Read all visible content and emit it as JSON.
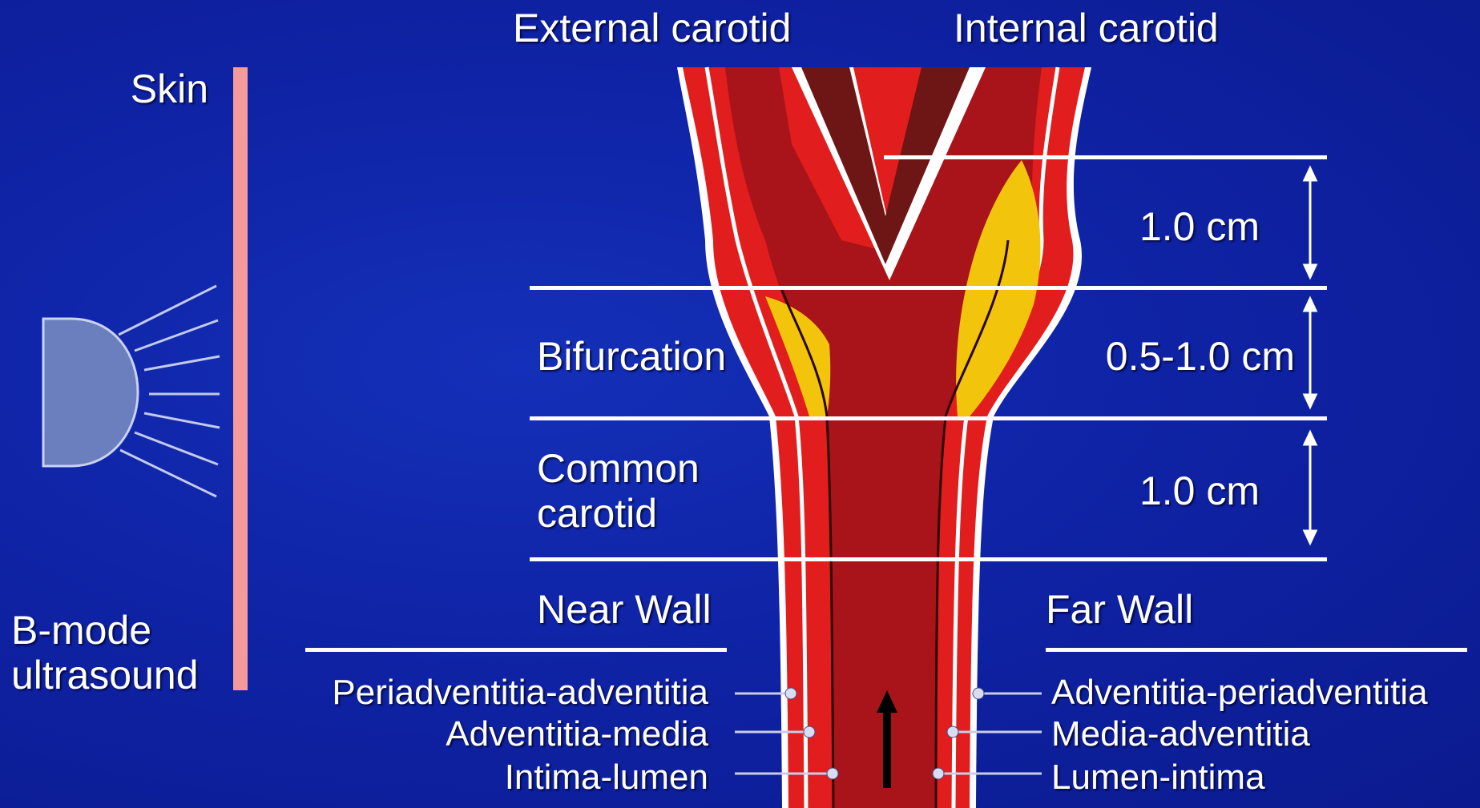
{
  "labels": {
    "external_carotid": "External carotid",
    "internal_carotid": "Internal carotid",
    "skin": "Skin",
    "b_mode_line1": "B-mode",
    "b_mode_line2": "ultrasound",
    "bifurcation": "Bifurcation",
    "common_line1": "Common",
    "common_line2": "carotid",
    "near_wall": "Near Wall",
    "far_wall": "Far Wall"
  },
  "segments": {
    "internal": "1.0 cm",
    "bifurcation": "0.5-1.0 cm",
    "common": "1.0 cm"
  },
  "near_wall_interfaces": [
    "Periadventitia-adventitia",
    "Adventitia-media",
    "Intima-lumen"
  ],
  "far_wall_interfaces": [
    "Adventitia-periadventitia",
    "Media-adventitia",
    "Lumen-intima"
  ],
  "colors": {
    "background": "#0f23a6",
    "lumen": "#a8141a",
    "vessel_wall": "#e11d1d",
    "plaque": "#f2c40c",
    "skin": "#f59a9a",
    "probe": "#6b7fbf",
    "external_lumen": "#6e1616"
  }
}
